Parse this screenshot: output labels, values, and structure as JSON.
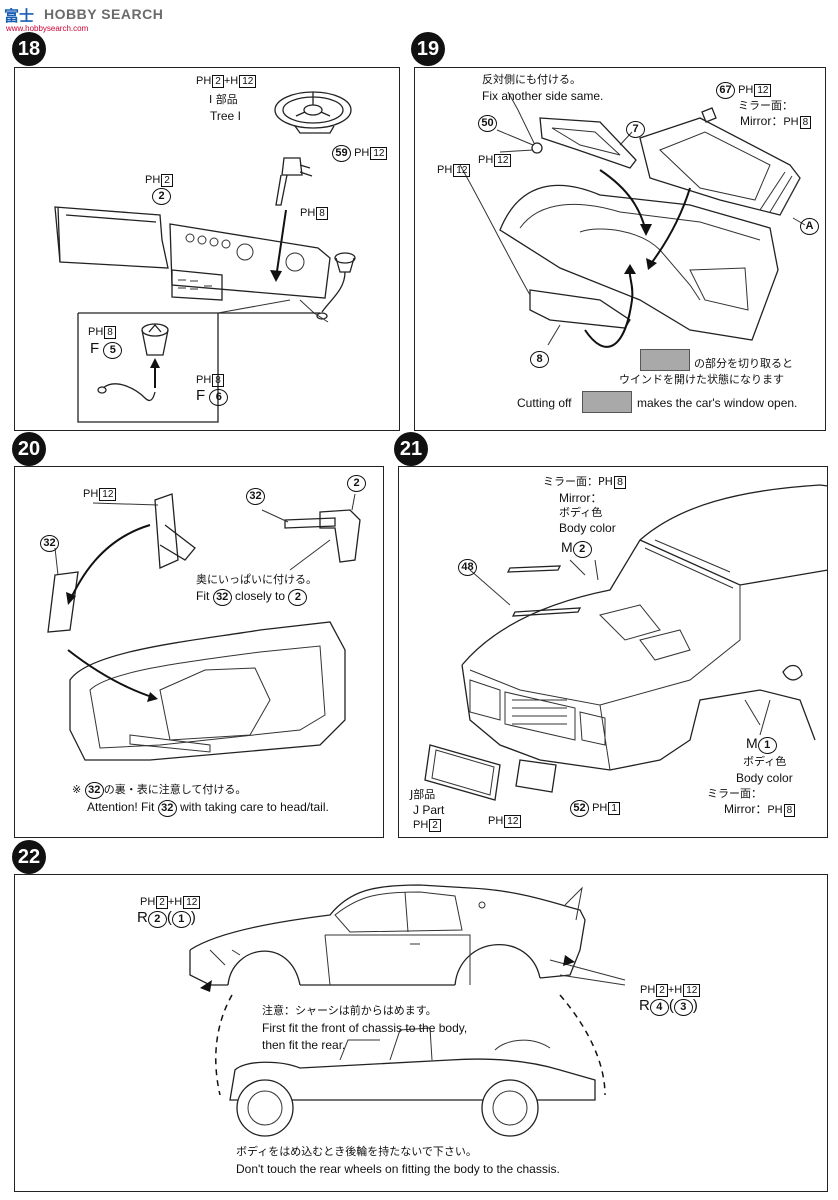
{
  "header": {
    "logo_cn": "富士",
    "logo_text": "HOBBY SEARCH",
    "logo_sub": "www.hobbysearch.com"
  },
  "steps": {
    "s18": {
      "number": "18",
      "ph_a": "PH",
      "ph_a_box": "2",
      "ph_a_plus": "+H",
      "ph_a_box2": "12",
      "part_group_jp": "I 部品",
      "part_group_en": "Tree I",
      "p59": "59",
      "p59_ph": "PH",
      "p59_box": "12",
      "p2_ph": "PH",
      "p2_box": "2",
      "p2": "2",
      "p8_ph": "PH",
      "p8_box": "8",
      "inset_ph1": "PH",
      "inset_box1": "8",
      "inset_f5_letter": "F",
      "inset_f5_num": "5",
      "inset_ph2": "PH",
      "inset_box2": "8",
      "inset_f6_letter": "F",
      "inset_f6_num": "6"
    },
    "s19": {
      "number": "19",
      "note_jp": "反対側にも付ける。",
      "note_en": "Fix another side same.",
      "p50": "50",
      "p50_ph": "PH",
      "p50_box": "12",
      "p7": "7",
      "left_ph": "PH",
      "left_box": "12",
      "p67": "67",
      "p67_ph": "PH",
      "p67_box": "12",
      "mirror_jp": "ミラー面：",
      "mirror_en": "Mirror：",
      "mirror_ph": "PH",
      "mirror_box": "8",
      "pA": "A",
      "p8": "8",
      "cut_jp1": "の部分を切り取ると",
      "cut_jp2": "ウインドを開けた状態になります",
      "cut_en_a": "Cutting off",
      "cut_en_b": "makes the car's window open."
    },
    "s20": {
      "number": "20",
      "ph": "PH",
      "ph_box": "12",
      "p32a": "32",
      "p32b": "32",
      "p2": "2",
      "fit_jp": "奥にいっぱいに付ける。",
      "fit_en_a": "Fit",
      "fit_en_n1": "32",
      "fit_en_b": "closely to",
      "fit_en_n2": "2",
      "att_jp_mark": "※",
      "att_jp_n": "32",
      "att_jp": "の裏・表に注意して付ける。",
      "att_en_a": "Attention!  Fit",
      "att_en_n": "32",
      "att_en_b": "with taking care to head/tail."
    },
    "s21": {
      "number": "21",
      "mirror_jp": "ミラー面：",
      "mirror_ph": "PH",
      "mirror_box": "8",
      "mirror_en": "Mirror：",
      "body_jp": "ボディ色",
      "body_en": "Body color",
      "m2_letter": "M",
      "m2_num": "2",
      "p48": "48",
      "m1_letter": "M",
      "m1_num": "1",
      "m1_body_jp": "ボディ色",
      "m1_body_en": "Body color",
      "m1_mirror_jp": "ミラー面：",
      "m1_mirror_en": "Mirror：",
      "m1_ph": "PH",
      "m1_box": "8",
      "j_jp": "J部品",
      "j_en": "J Part",
      "j_ph": "PH",
      "j_box": "2",
      "j_ph2": "PH",
      "j_box2": "12",
      "p52": "52",
      "p52_ph": "PH",
      "p52_box": "1"
    },
    "s22": {
      "number": "22",
      "r2_ph": "PH",
      "r2_box": "2",
      "r2_plus": "+H",
      "r2_box2": "12",
      "r2_letter": "R",
      "r2_num": "2",
      "r2_alt": "1",
      "r4_ph": "PH",
      "r4_box": "2",
      "r4_plus": "+H",
      "r4_box2": "12",
      "r4_letter": "R",
      "r4_num": "4",
      "r4_alt": "3",
      "note_jp": "注意：シャーシは前からはめます。",
      "note_en1": "First fit the front of chassis to the body,",
      "note_en2": "then fit the rear.",
      "bottom_jp": "ボディをはめ込むとき後輪を持たないで下さい。",
      "bottom_en": "Don't touch the rear wheels on fitting the body to the chassis."
    }
  }
}
